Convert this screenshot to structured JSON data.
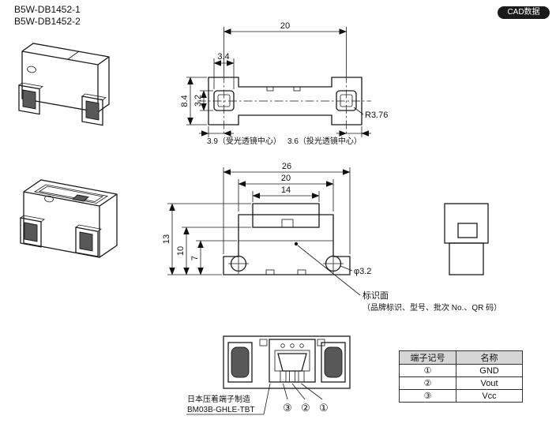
{
  "page": {
    "model_line1": "B5W-DB1452-1",
    "model_line2": "B5W-DB1452-2",
    "cad_badge": "CAD数据"
  },
  "top_view": {
    "dim_lens_pitch": "20",
    "dim_lens_width": "3.4",
    "dim_body_height": "8.4",
    "dim_lens_height": "3.2",
    "dim_corner_radius": "R3.76",
    "note_receiver": "3.9（受光透镜中心）",
    "note_emitter": "3.6（投光透镜中心）"
  },
  "front_view": {
    "dim_total_width": "26",
    "dim_hole_pitch": "20",
    "dim_window_width": "14",
    "dim_total_height": "13",
    "dim_body_height": "10",
    "dim_base_height": "7",
    "label_hole": "φ3.2",
    "label_marking_face": "标识面",
    "label_marking_detail": "（品牌标识、型号、批次 No.、QR 码）"
  },
  "bottom_view": {
    "connector_maker": "日本压着端子制造",
    "connector_model": "BM03B-GHLE-TBT",
    "pin_label_3": "③",
    "pin_label_2": "②",
    "pin_label_1": "①"
  },
  "terminal_table": {
    "headers": [
      "端子记号",
      "名称"
    ],
    "rows": [
      {
        "symbol": "①",
        "name": "GND"
      },
      {
        "symbol": "②",
        "name": "Vout"
      },
      {
        "symbol": "③",
        "name": "Vcc"
      }
    ]
  }
}
